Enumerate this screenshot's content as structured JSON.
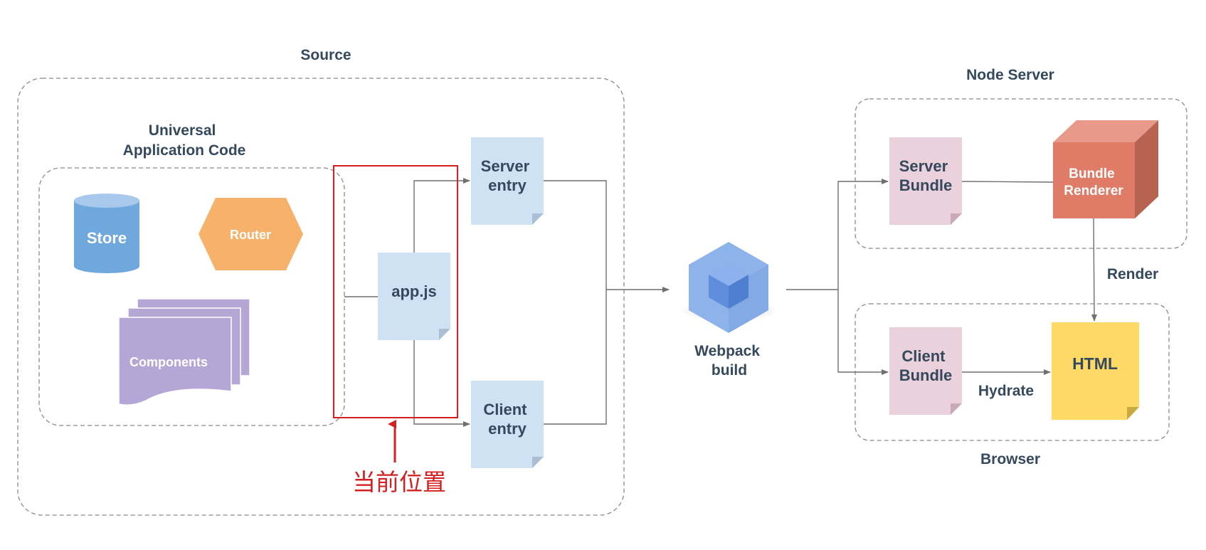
{
  "groups": {
    "source": "Source",
    "universal": [
      "Universal",
      "Application Code"
    ],
    "node_server": "Node Server",
    "browser": "Browser"
  },
  "nodes": {
    "store": "Store",
    "router": "Router",
    "components": "Components",
    "app_js": "app.js",
    "server_entry": [
      "Server",
      "entry"
    ],
    "client_entry": [
      "Client",
      "entry"
    ],
    "webpack": [
      "Webpack",
      "build"
    ],
    "server_bundle": [
      "Server",
      "Bundle"
    ],
    "bundle_renderer": [
      "Bundle",
      "Renderer"
    ],
    "client_bundle": [
      "Client",
      "Bundle"
    ],
    "html": "HTML"
  },
  "edge_labels": {
    "render": "Render",
    "hydrate": "Hydrate"
  },
  "annotation": {
    "text": "当前位置",
    "color": "#d42020"
  },
  "colors": {
    "store": "#6fa8dc",
    "router": "#f6b26b",
    "components": "#b4a7d6",
    "doc_blue": "#cfe2f3",
    "doc_pink": "#ead1dc",
    "renderer": "#e07b67",
    "html_note": "#ffd966",
    "webpack": "#8eb3ea",
    "text": "#34495e"
  }
}
